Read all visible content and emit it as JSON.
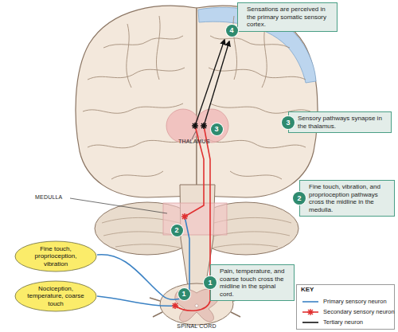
{
  "diagram": {
    "nodes": [
      {
        "text": [
          "Sensations are perceived in the primary somatic sensory cortex."
        ]
      },
      {
        "text": [
          "3",
          "Sensory pathways synapse in the thalamus."
        ]
      },
      {
        "text": [
          "2",
          "Fine touch, vibration, and proprioception pathways cross the midline in the medulla."
        ]
      },
      {
        "text": [
          "Fine touch, proprioception, vibration"
        ]
      },
      {
        "text": [
          "1",
          "Pain, temperature, and coarse touch cross the midline in the spinal cord."
        ]
      },
      {
        "text": [
          "Nociception, temperature, coarse touch"
        ]
      }
    ],
    "labels": [
      "THALAMUS",
      "MEDULLA",
      "SPINAL CORD",
      "KEY",
      "1",
      "2",
      "3",
      "4"
    ],
    "legend": [
      {
        "text": "Primary sensory neuron"
      },
      {
        "text": "Secondary sensory neuron"
      },
      {
        "text": "Tertiary neuron"
      }
    ]
  }
}
